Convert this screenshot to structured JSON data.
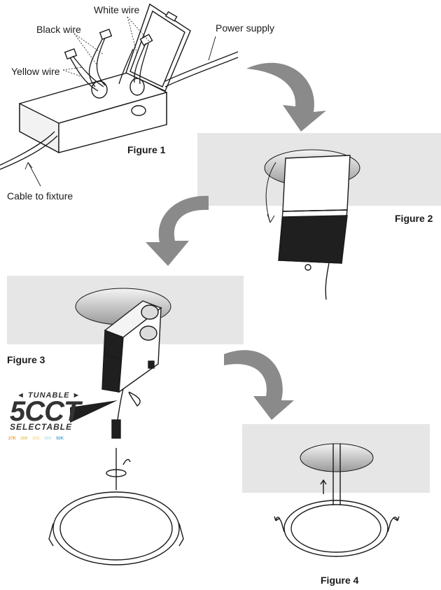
{
  "labels": {
    "white_wire": "White wire",
    "black_wire": "Black wire",
    "yellow_wire": "Yellow wire",
    "power_supply": "Power supply",
    "cable_to_fixture": "Cable to fixture"
  },
  "figures": {
    "figure1": "Figure 1",
    "figure2": "Figure 2",
    "figure3": "Figure 3",
    "figure4": "Figure 4"
  },
  "badge": {
    "tunable": "◄ TUNABLE ►",
    "big": "5CCT",
    "selectable": "SELECTABLE",
    "temps": [
      "27K",
      "30K",
      "35K",
      "40K",
      "50K"
    ],
    "temp_colors": [
      "#e8a23a",
      "#f2c94c",
      "#f7e08a",
      "#bfe3f2",
      "#5aa9d6"
    ]
  },
  "colors": {
    "arrow": "#8a8a8a",
    "ceiling": "#e6e6e6",
    "line": "#1a1a1a"
  }
}
